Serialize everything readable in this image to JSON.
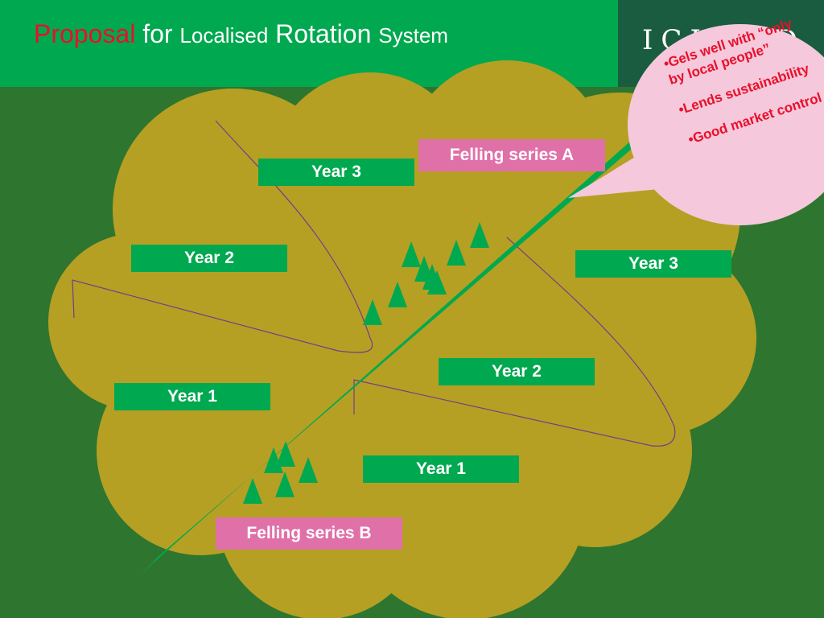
{
  "title": {
    "part1": "Proposal",
    "part2": " for ",
    "part3": "Localised",
    "part4": " Rotation ",
    "part5": "System"
  },
  "logo": "ICIMOD",
  "labels": {
    "year3_top": "Year  3",
    "year2_left": "Year 2",
    "year1_left": "Year 1",
    "year3_right": "Year 3",
    "year2_mid": "Year 2",
    "year1_bottom": "Year 1",
    "felling_a": "Felling series A",
    "felling_b": "Felling series B"
  },
  "callout": {
    "line1": "•Gels well with “only",
    "line2": "by local people”",
    "line3": "•Lends sustainability",
    "line4": "•Good market control"
  },
  "colors": {
    "background": "#2e7530",
    "header": "#00a84f",
    "cloud": "#b5a024",
    "label": "#00a84f",
    "felling": "#e070a8",
    "bubble": "#f5c8dc",
    "callout_text": "#e8102a"
  }
}
